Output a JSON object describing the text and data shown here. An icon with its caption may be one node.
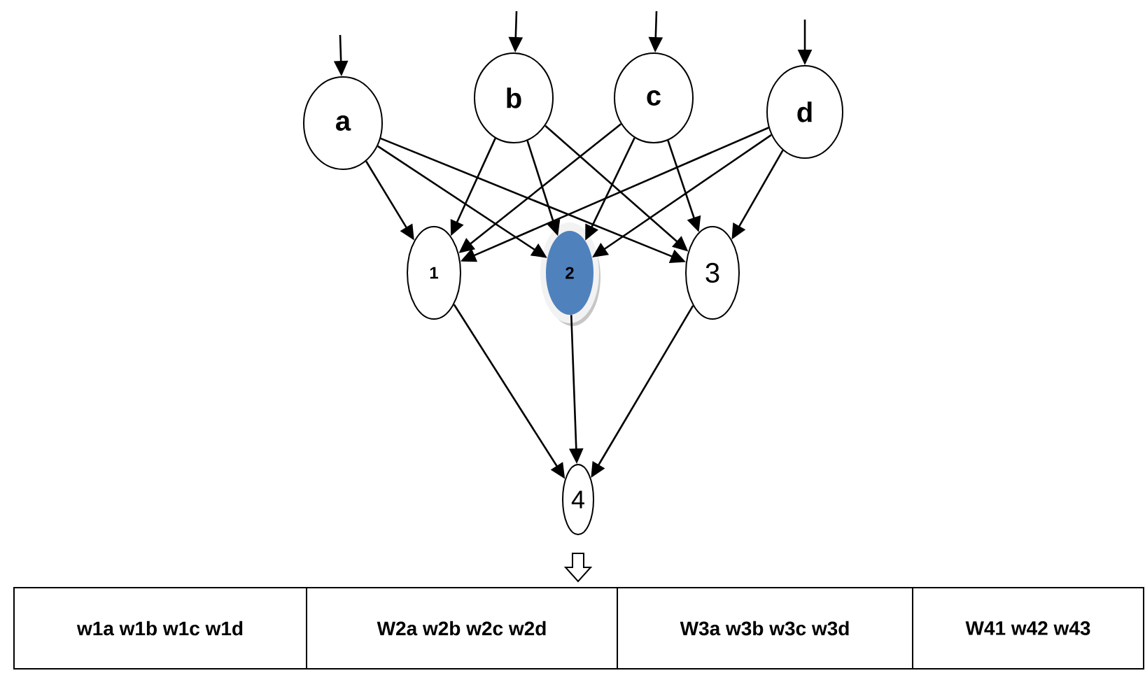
{
  "diagram": {
    "nodes": [
      {
        "text": [
          "a"
        ]
      },
      {
        "text": [
          "b"
        ]
      },
      {
        "text": [
          "c"
        ]
      },
      {
        "text": [
          "d"
        ]
      },
      {
        "text": [
          "1"
        ]
      },
      {
        "text": [
          "2"
        ]
      },
      {
        "text": [
          "3"
        ]
      },
      {
        "text": [
          "4"
        ]
      },
      {
        "text": [
          "w1a w1b w1c w1d"
        ]
      },
      {
        "text": [
          "W2a w2b w2c w2d"
        ]
      },
      {
        "text": [
          "W3a w3b w3c w3d"
        ]
      },
      {
        "text": [
          "W41 w42 w43"
        ]
      }
    ],
    "edges": [
      {
        "from": null,
        "to": 0,
        "arrow": "to"
      },
      {
        "from": null,
        "to": 1,
        "arrow": "to"
      },
      {
        "from": null,
        "to": 2,
        "arrow": "to"
      },
      {
        "from": null,
        "to": 3,
        "arrow": "to"
      },
      {
        "from": 0,
        "to": 4,
        "arrow": "to"
      },
      {
        "from": 0,
        "to": 5,
        "arrow": "to"
      },
      {
        "from": 0,
        "to": 6,
        "arrow": "to"
      },
      {
        "from": 1,
        "to": 4,
        "arrow": "to"
      },
      {
        "from": 1,
        "to": 5,
        "arrow": "to"
      },
      {
        "from": 1,
        "to": 6,
        "arrow": "to"
      },
      {
        "from": 2,
        "to": 4,
        "arrow": "to"
      },
      {
        "from": 2,
        "to": 5,
        "arrow": "to"
      },
      {
        "from": 2,
        "to": 6,
        "arrow": "to"
      },
      {
        "from": 3,
        "to": 4,
        "arrow": "to"
      },
      {
        "from": 3,
        "to": 5,
        "arrow": "to"
      },
      {
        "from": 3,
        "to": 6,
        "arrow": "to"
      },
      {
        "from": 4,
        "to": 7,
        "arrow": "to"
      },
      {
        "from": 5,
        "to": 7,
        "arrow": "to"
      },
      {
        "from": 6,
        "to": 7,
        "arrow": "to"
      },
      {
        "from": 7,
        "to": 9,
        "arrow": "to",
        "style": "thick"
      }
    ]
  }
}
